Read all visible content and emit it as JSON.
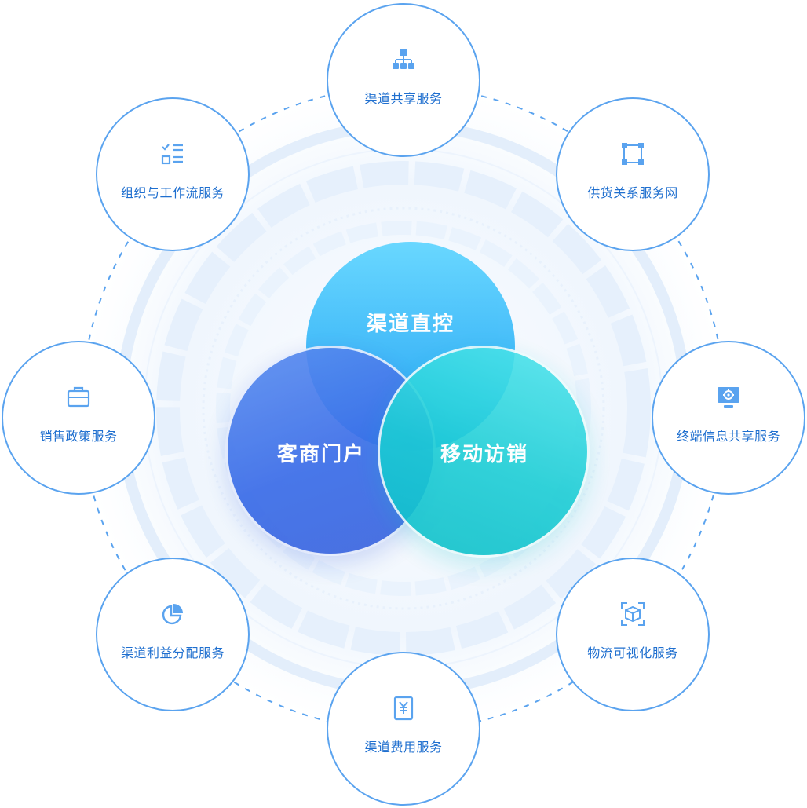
{
  "colors": {
    "accent": "#1f6fcf",
    "ring": "#5aa3ef",
    "top_circle": "#38b5f8",
    "left_circle": "#3a6ce8",
    "right_circle": "#1ccdd5"
  },
  "core": {
    "top": "渠道直控",
    "left": "客商门户",
    "right": "移动访销"
  },
  "services": [
    {
      "label": "渠道共享服务",
      "icon": "org-chart-icon"
    },
    {
      "label": "供货关系服务网",
      "icon": "network-nodes-icon"
    },
    {
      "label": "终端信息共享服务",
      "icon": "monitor-gear-icon"
    },
    {
      "label": "物流可视化服务",
      "icon": "package-scan-icon"
    },
    {
      "label": "渠道费用服务",
      "icon": "yuan-document-icon"
    },
    {
      "label": "渠道利益分配服务",
      "icon": "pie-chart-icon"
    },
    {
      "label": "销售政策服务",
      "icon": "briefcase-icon"
    },
    {
      "label": "组织与工作流服务",
      "icon": "checklist-icon"
    }
  ]
}
